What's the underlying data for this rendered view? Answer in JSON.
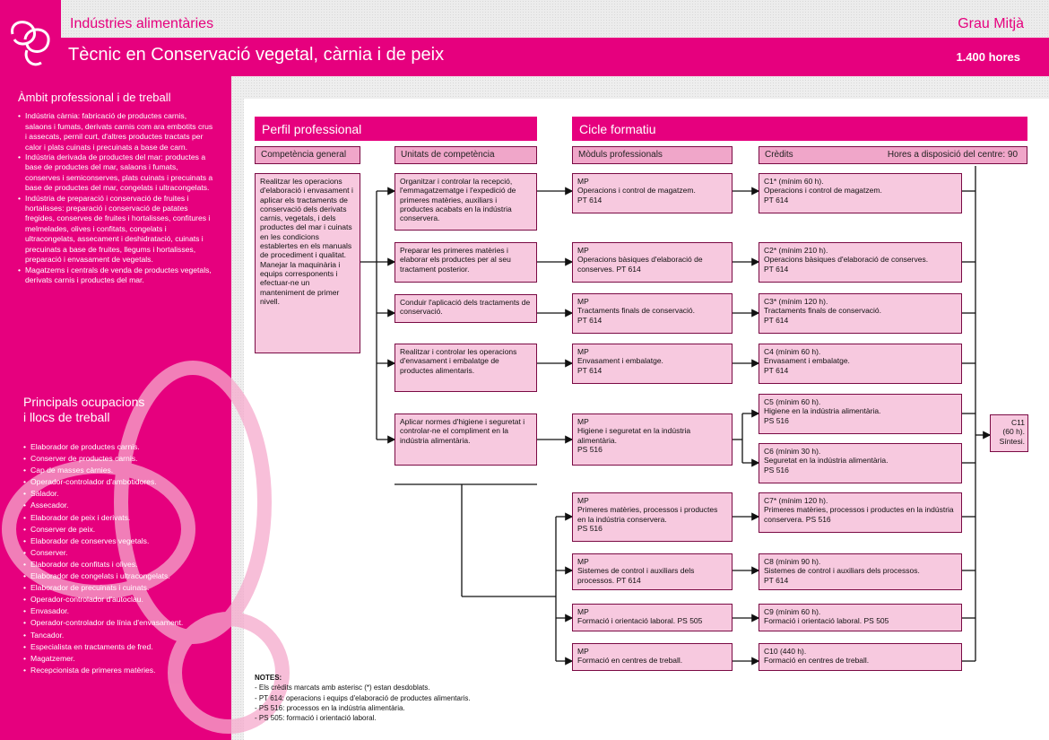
{
  "header": {
    "family": "Indústries alimentàries",
    "title": "Tècnic en Conservació vegetal, càrnia i de peix",
    "level": "Grau Mitjà",
    "hours": "1.400 hores"
  },
  "sidebar": {
    "ambit_title": "Àmbit professional i de treball",
    "ambit_items": [
      "Indústria càrnia: fabricació de productes carnis, salaons i fumats, derivats carnis com ara embotits crus i assecats, pernil curt, d'altres productes tractats per calor i plats cuinats i precuinats a base de carn.",
      "Indústria derivada de productes del mar: productes a base de productes del mar, salaons i fumats, conserves i semiconserves, plats cuinats i precuinats a base de productes del mar, congelats i ultracongelats.",
      "Indústria de preparació i conservació de fruites i hortalisses: preparació i conservació de patates fregides, conserves de fruites i hortalisses, confitures i melmelades, olives i confitats, congelats i ultracongelats, assecament i deshidratació, cuinats i precuinats a base de fruites, llegums i hortalisses, preparació i envasament de vegetals.",
      "Magatzems i centrals de venda de productes vegetals, derivats carnis i productes del mar."
    ],
    "ocup_title_1": "Principals ocupacions",
    "ocup_title_2": "i llocs de treball",
    "ocup_items": [
      "Elaborador de productes carnis.",
      "Conserver de productes carnis.",
      "Cap de masses càrnies.",
      "Operador-controlador d'ambotidores.",
      "Salador.",
      "Assecador.",
      "Elaborador de peix i derivats.",
      "Conserver de peix.",
      "Elaborador de conserves vegetals.",
      "Conserver.",
      "Elaborador de confitats i olives.",
      "Elaborador de congelats i ultracongelats.",
      "Elaborador de precuinats i cuinats.",
      "Operador-controlador d'autoclau.",
      "Envasador.",
      "Operador-controlador de línia d'envasament.",
      "Tancador.",
      "Especialista en tractaments de fred.",
      "Magatzemer.",
      "Recepcionista de primeres matèries."
    ]
  },
  "perfil": {
    "title": "Perfil professional",
    "col_comp": "Competència general",
    "col_units": "Unitats de competència",
    "competencia": "Realitzar les operacions d'elaboració i envasament i aplicar els tractaments de conservació dels derivats carnis, vegetals, i dels productes del mar i cuinats en les condicions establertes en els manuals de procediment i qualitat. Manejar la maquinària i equips corresponents i efectuar-ne un manteniment de primer nivell.",
    "units": [
      "Organitzar i controlar la recepció, l'emmagatzematge i l'expedició de primeres matèries, auxiliars i productes acabats en la indústria conservera.",
      "Preparar les primeres matèries i elaborar els productes per al seu tractament posterior.",
      "Conduir l'aplicació dels tractaments de conservació.",
      "Realitzar i controlar les operacions d'envasament i embalatge de productes alimentaris.",
      "Aplicar normes d'higiene i seguretat i controlar-ne el compliment en la indústria alimentària."
    ]
  },
  "cicle": {
    "title": "Cicle formatiu",
    "col_moduls": "Mòduls professionals",
    "col_credits": "Crèdits",
    "hores_centre": "Hores a disposició del centre: 90",
    "moduls": [
      {
        "l1": "MP",
        "l2": "Operacions i control de magatzem.",
        "l3": "PT 614"
      },
      {
        "l1": "MP",
        "l2": "Operacions bàsiques d'elaboració de conserves. PT 614",
        "l3": ""
      },
      {
        "l1": "MP",
        "l2": "Tractaments finals de conservació.",
        "l3": "PT 614"
      },
      {
        "l1": "MP",
        "l2": "Envasament i embalatge.",
        "l3": "PT 614"
      },
      {
        "l1": "MP",
        "l2": "Higiene i seguretat en la indústria alimentària.",
        "l3": "PS 516"
      },
      {
        "l1": "MP",
        "l2": "Primeres matèries, processos i productes en la indústria conservera.",
        "l3": "PS 516"
      },
      {
        "l1": "MP",
        "l2": "Sistemes de control i auxiliars dels processos. PT 614",
        "l3": ""
      },
      {
        "l1": "MP",
        "l2": "Formació i orientació laboral. PS 505",
        "l3": ""
      },
      {
        "l1": "MP",
        "l2": "Formació en centres de treball.",
        "l3": ""
      }
    ],
    "credits": [
      {
        "l1": "C1* (mínim 60 h).",
        "l2": "Operacions i control de magatzem.",
        "l3": "PT 614"
      },
      {
        "l1": "C2* (mínim 210 h).",
        "l2": "Operacions bàsiques d'elaboració de conserves.",
        "l3": "PT 614"
      },
      {
        "l1": "C3* (mínim 120 h).",
        "l2": "Tractaments finals de conservació.",
        "l3": "PT 614"
      },
      {
        "l1": "C4 (mínim 60 h).",
        "l2": "Envasament i embalatge.",
        "l3": "PT 614"
      },
      {
        "l1": "C5 (mínim 60 h).",
        "l2": "Higiene en la indústria alimentària.",
        "l3": "PS 516"
      },
      {
        "l1": "C6 (mínim 30 h).",
        "l2": "Seguretat en la indústria alimentària.",
        "l3": "PS 516"
      },
      {
        "l1": "C7* (mínim 120 h).",
        "l2": "Primeres matèries, processos i productes en la indústria conservera. PS 516",
        "l3": ""
      },
      {
        "l1": "C8 (mínim 90 h).",
        "l2": "Sistemes de control i auxiliars dels processos.",
        "l3": "PT 614"
      },
      {
        "l1": "C9 (mínim 60 h).",
        "l2": "Formació i orientació laboral. PS 505",
        "l3": ""
      },
      {
        "l1": "C10 (440 h).",
        "l2": "Formació en centres de treball.",
        "l3": ""
      }
    ],
    "c11": {
      "l1": "C11",
      "l2": "(60 h).",
      "l3": "Síntesi."
    }
  },
  "notes": {
    "title": "NOTES:",
    "items": [
      "- Els crèdits marcats amb asterisc (*) estan desdoblats.",
      "- PT 614: operacions i equips d'elaboració de productes alimentaris.",
      "- PS 516: processos en la indústria alimentària.",
      "- PS 505: formació i orientació laboral."
    ]
  },
  "colors": {
    "magenta": "#e6007e",
    "pink_box": "#f7c9df",
    "pink_header": "#f0a6c9",
    "border": "#7a0a44"
  }
}
